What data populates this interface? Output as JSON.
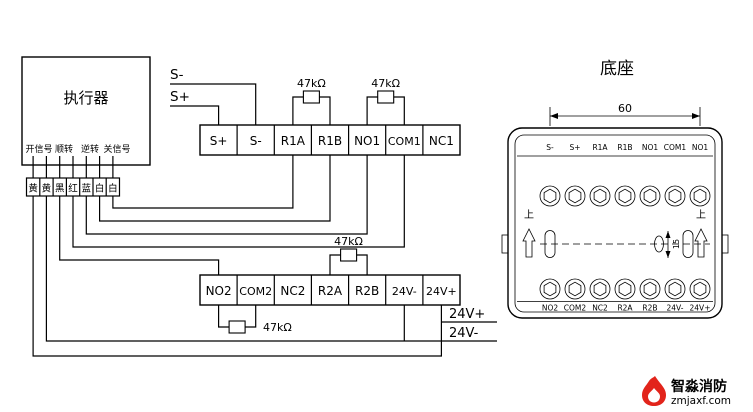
{
  "actuator": {
    "title": "执行器",
    "signal_labels": [
      "开信号",
      "顺转",
      "逆转",
      "关信号"
    ],
    "wire_colors": [
      "黄",
      "黄",
      "黑",
      "红",
      "蓝",
      "白",
      "白"
    ]
  },
  "bus": {
    "s_minus": "S-",
    "s_plus": "S+"
  },
  "blocks": {
    "top": [
      "S+",
      "S-",
      "R1A",
      "R1B",
      "NO1",
      "COM1",
      "NC1"
    ],
    "bottom": [
      "NO2",
      "COM2",
      "NC2",
      "R2A",
      "R2B",
      "24V-",
      "24V+"
    ]
  },
  "resistor_label": "47kΩ",
  "power": {
    "plus": "24V+",
    "minus": "24V-"
  },
  "base": {
    "title": "底座",
    "dim_width": "60",
    "dim_height": "15",
    "up_label": "上",
    "top_labels": [
      "S-",
      "S+",
      "R1A",
      "R1B",
      "NO1",
      "COM1",
      "NO1"
    ],
    "bottom_labels": [
      "NO2",
      "COM2",
      "NC2",
      "R2A",
      "R2B",
      "24V-",
      "24V+"
    ]
  },
  "watermark": {
    "brand": "智淼消防",
    "site": "zmjaxf.com"
  },
  "colors": {
    "brand": "#e2241b",
    "line": "#000000"
  }
}
